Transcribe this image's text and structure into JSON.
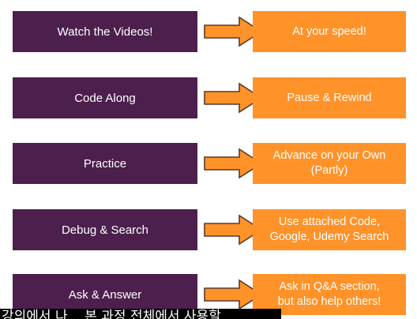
{
  "steps": [
    {
      "action": "Watch the Videos!",
      "tip": "At your speed!"
    },
    {
      "action": "Code Along",
      "tip": "Pause & Rewind"
    },
    {
      "action": "Practice",
      "tip": "Advance on your Own\n(Partly)"
    },
    {
      "action": "Debug & Search",
      "tip": "Use attached Code,\nGoogle, Udemy Search"
    },
    {
      "action": "Ask & Answer",
      "tip": "Ask in Q&A section,\nbut also help others!"
    }
  ],
  "subtitle": "강의에서 나... 본 과정 전체에서 사용할",
  "colors": {
    "action_box": "#4c1f4d",
    "tip_box": "#ff9229",
    "arrow": "#ff9229",
    "subtitle_bg": "#000000"
  }
}
